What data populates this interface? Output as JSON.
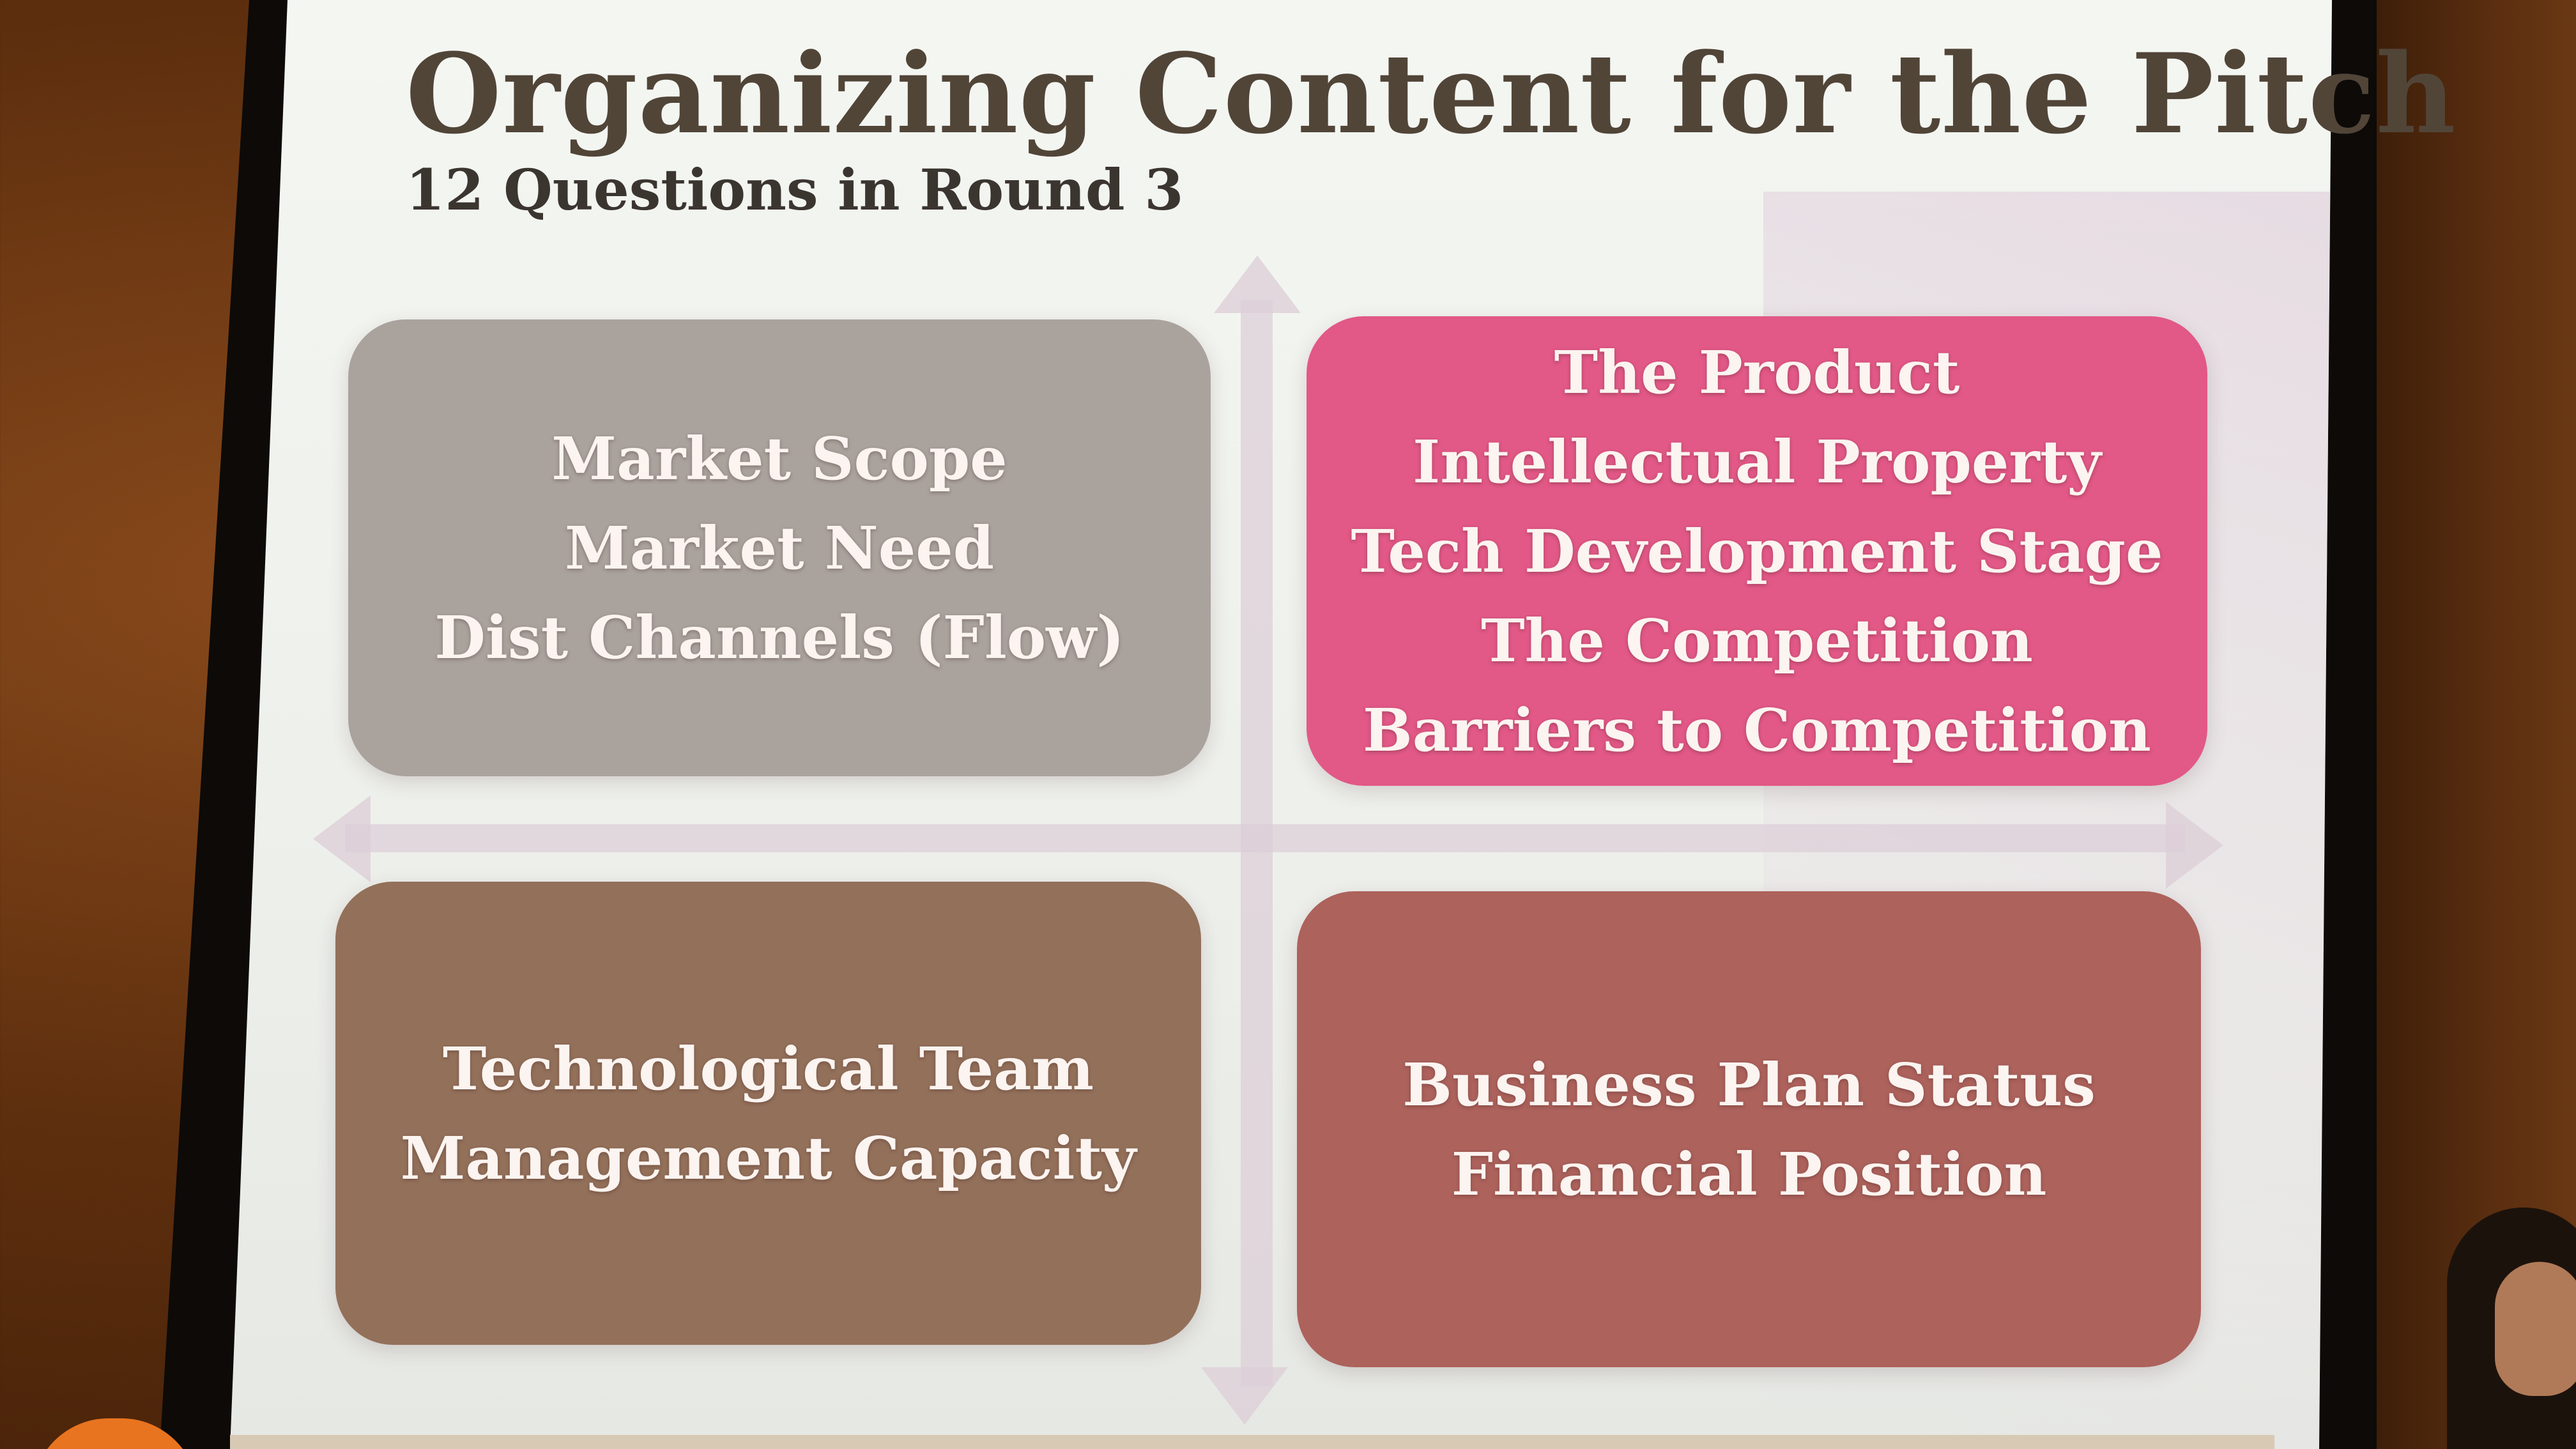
{
  "slide": {
    "title": "Organizing Content for the Pitch",
    "subtitle": "12 Questions in Round 3",
    "quadrants": {
      "top_left": {
        "color": "#a9a29d",
        "lines": [
          "Market Scope",
          "Market Need",
          "Dist Channels (Flow)"
        ]
      },
      "top_right": {
        "color": "#e25887",
        "lines": [
          "The Product",
          "Intellectual Property",
          "Tech Development Stage",
          "The Competition",
          "Barriers to Competition"
        ]
      },
      "bottom_left": {
        "color": "#93705a",
        "lines": [
          "Technological Team",
          "Management Capacity"
        ]
      },
      "bottom_right": {
        "color": "#ad625c",
        "lines": [
          "Business Plan Status",
          "Financial Position"
        ]
      }
    }
  }
}
